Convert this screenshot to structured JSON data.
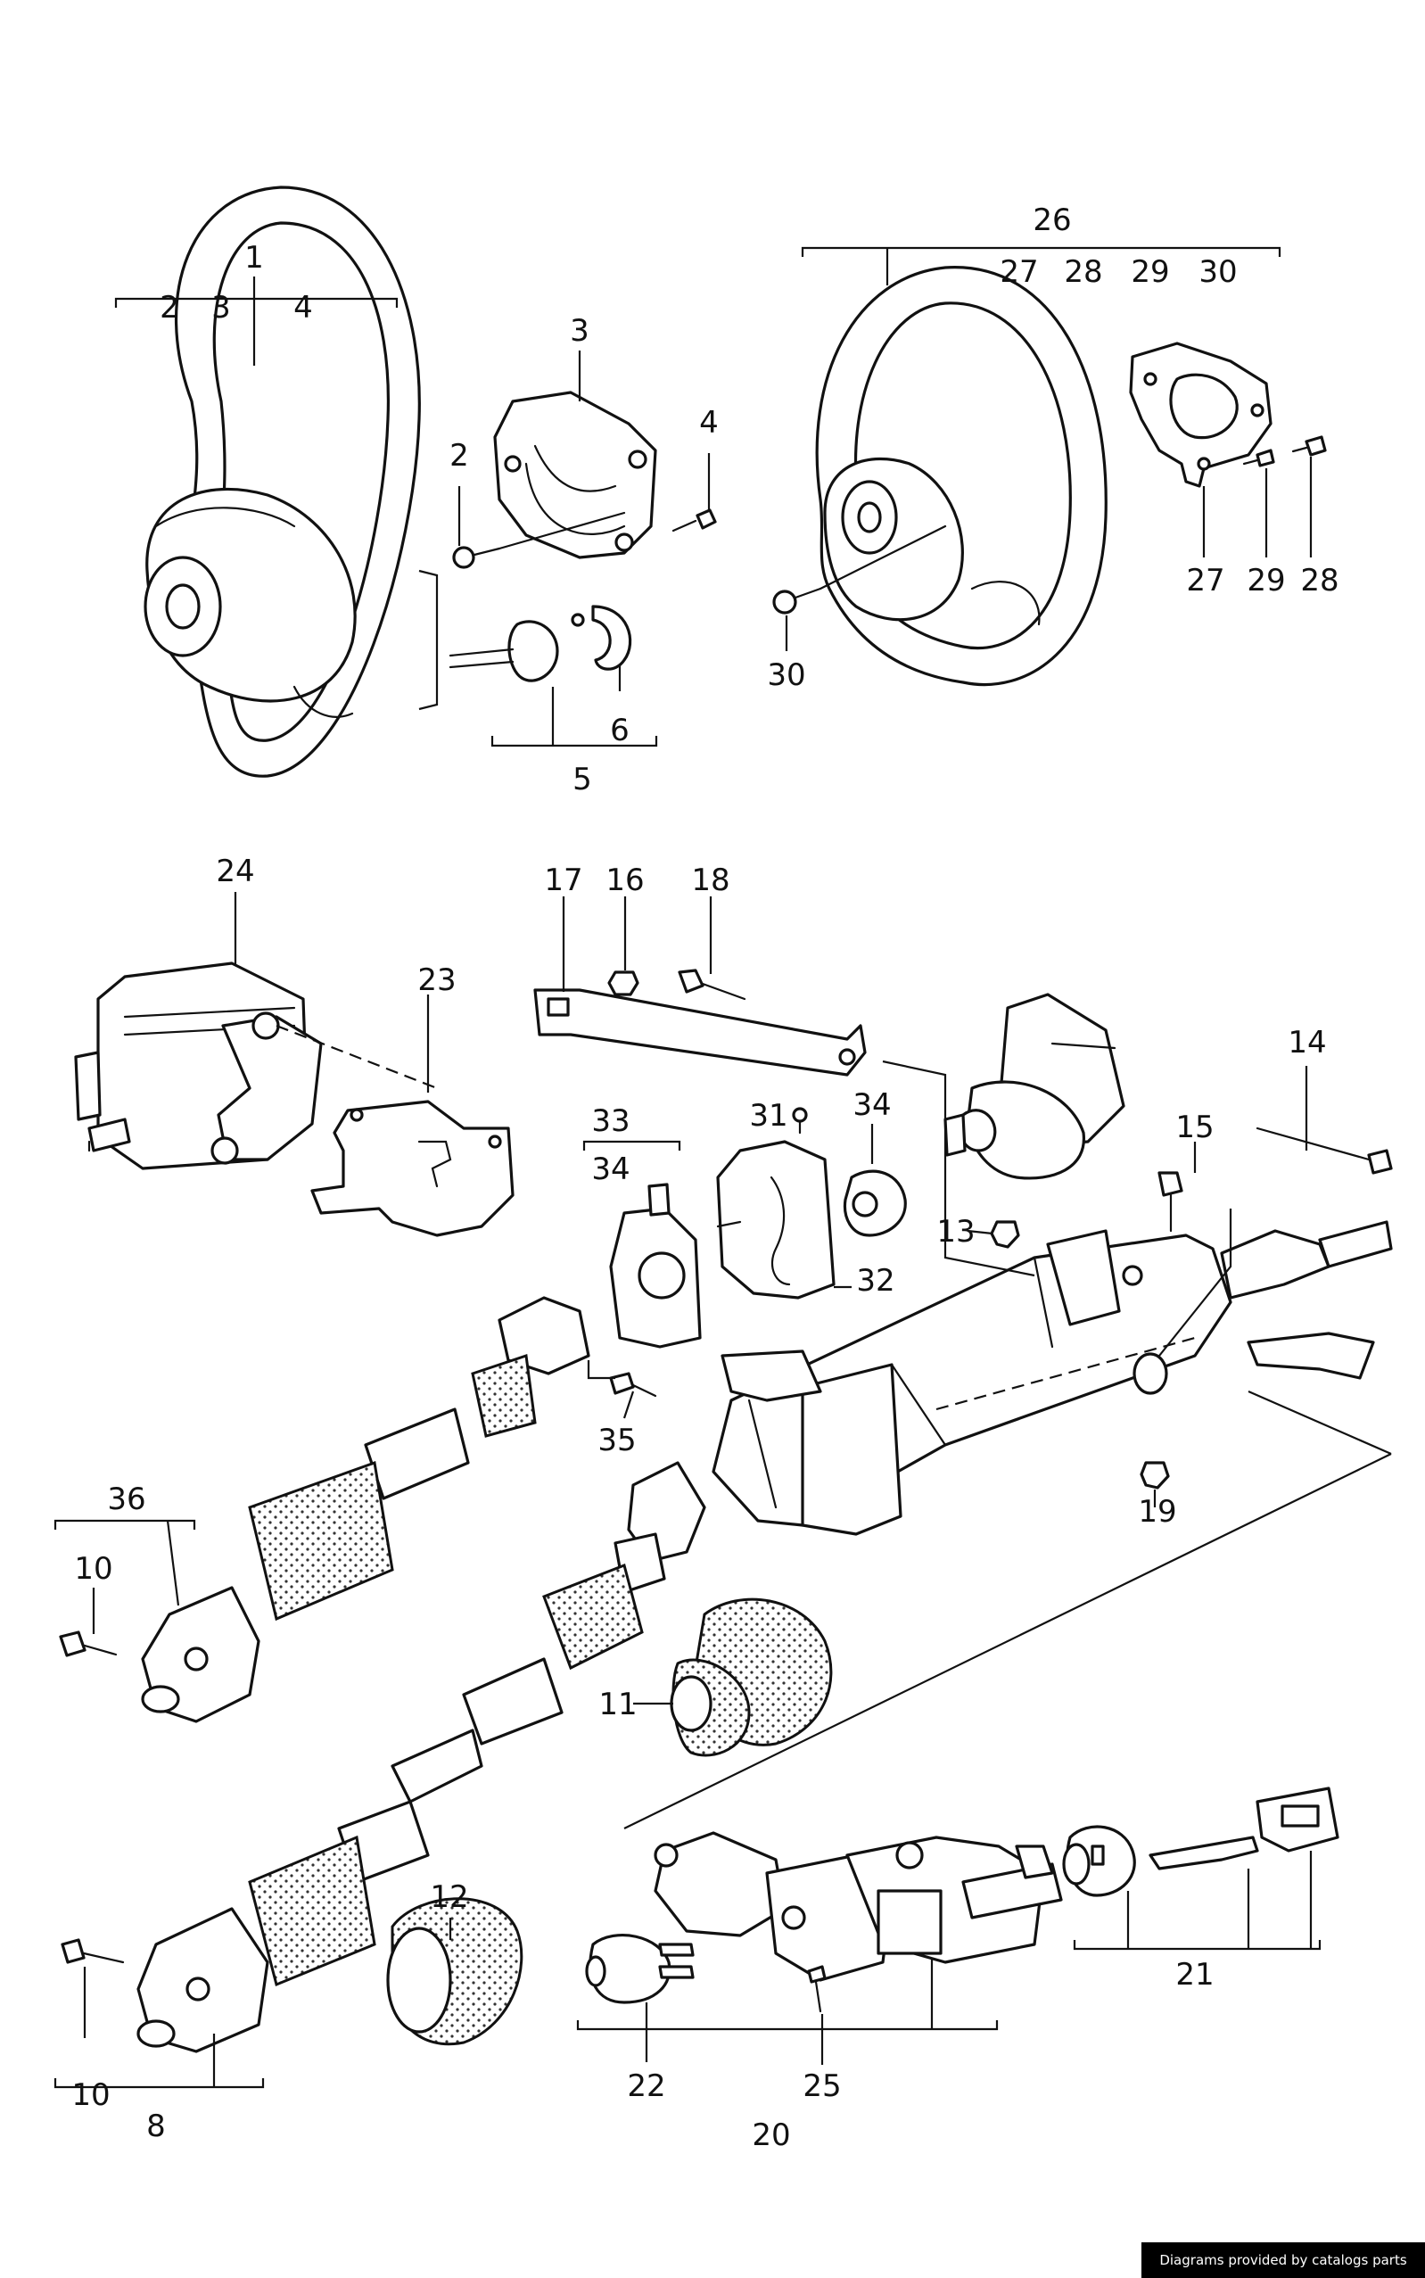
{
  "diagram": {
    "callouts": [
      "1",
      "2",
      "3",
      "4",
      "2",
      "3",
      "4",
      "5",
      "6",
      "26",
      "27",
      "28",
      "29",
      "30",
      "27",
      "29",
      "28",
      "30",
      "24",
      "23",
      "17",
      "16",
      "18",
      "14",
      "15",
      "13",
      "19",
      "31",
      "34",
      "33",
      "34",
      "32",
      "35",
      "36",
      "10",
      "11",
      "12",
      "10",
      "8",
      "22",
      "25",
      "20",
      "21"
    ]
  },
  "footer": {
    "credit": "Diagrams provided by catalogs parts"
  }
}
